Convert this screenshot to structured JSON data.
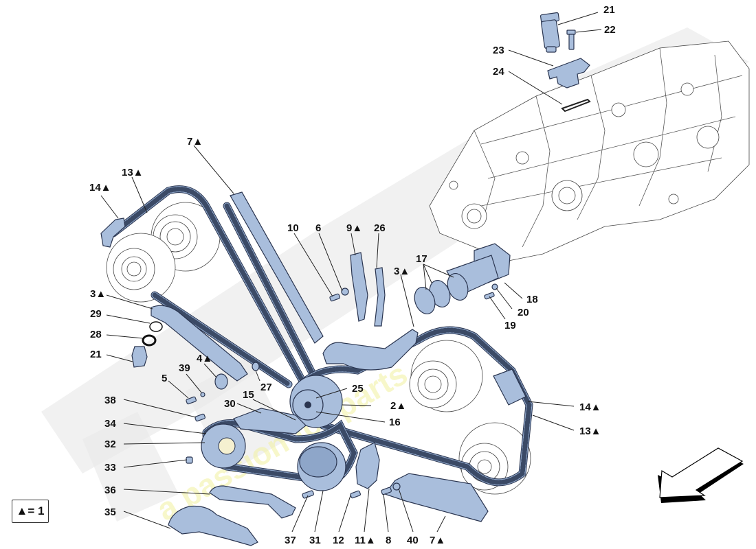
{
  "diagram": {
    "type": "exploded-parts-diagram",
    "subject": "Timing chain system",
    "colors": {
      "part_fill": "#a9bedc",
      "part_stroke": "#2a3550",
      "leader_line": "#222222",
      "label_text": "#111111",
      "watermark_yellow": "#f2f2a0"
    },
    "watermark": {
      "text": "a passion for parts"
    },
    "legend": {
      "text": "▲= 1"
    },
    "direction_arrow": {
      "icon": "arrow-down-left-icon"
    },
    "labels": {
      "l21_top": "21",
      "l22": "22",
      "l23": "23",
      "l24": "24",
      "l7_top": "7▲",
      "l13_top": "13▲",
      "l14_top": "14▲",
      "l10": "10",
      "l6": "6",
      "l9": "9▲",
      "l26": "26",
      "l17": "17",
      "l3_right": "3▲",
      "l18": "18",
      "l20": "20",
      "l19": "19",
      "l3_left": "3▲",
      "l29": "29",
      "l28": "28",
      "l21_left": "21",
      "l4": "4▲",
      "l39": "39",
      "l5": "5",
      "l27": "27",
      "l15": "15",
      "l25": "25",
      "l2": "2▲",
      "l30": "30",
      "l16": "16",
      "l38": "38",
      "l34": "34",
      "l32": "32",
      "l14_right": "14▲",
      "l13_right": "13▲",
      "l33": "33",
      "l36": "36",
      "l35": "35",
      "l37": "37",
      "l31": "31",
      "l12": "12",
      "l11": "11▲",
      "l8": "8",
      "l40": "40",
      "l7_bottom": "7▲"
    }
  }
}
